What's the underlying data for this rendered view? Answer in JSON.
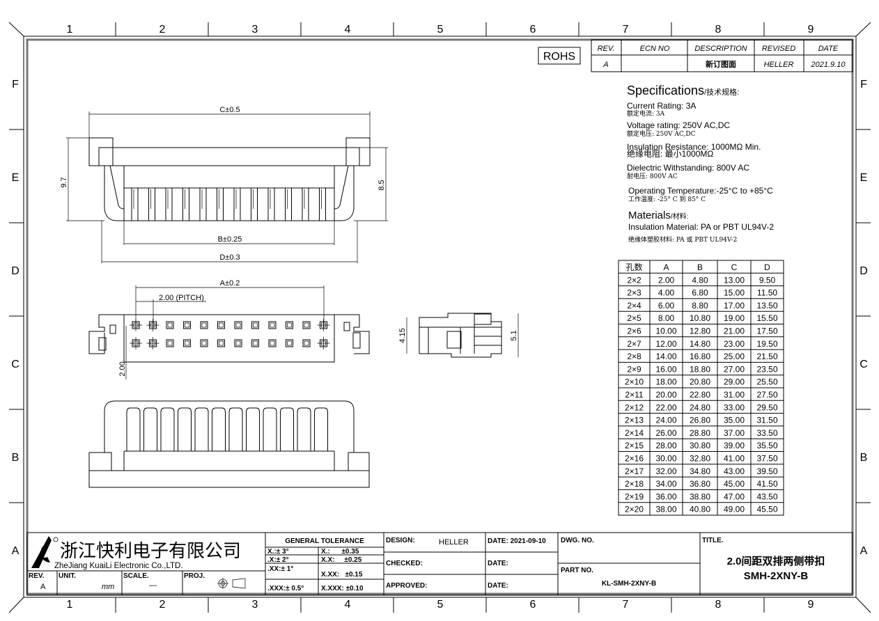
{
  "border": {
    "columns": [
      "1",
      "2",
      "3",
      "4",
      "5",
      "6",
      "7",
      "8",
      "9"
    ],
    "rows": [
      "F",
      "E",
      "D",
      "C",
      "B",
      "A"
    ]
  },
  "rohs": "ROHS",
  "revision_table": {
    "headers": [
      "REV.",
      "ECN NO",
      "DESCRIPTION",
      "REVISED",
      "DATE"
    ],
    "row": [
      "A",
      "",
      "新订图面",
      "HELLER",
      "2021.9.10"
    ]
  },
  "specifications": {
    "title": "Specifications",
    "title_cn": "/技术规格:",
    "items": [
      {
        "en": "Current Rating: 3A",
        "cn": "额定电流: 3A"
      },
      {
        "en": "Voltage rating: 250V AC,DC",
        "cn": "额定电压: 250V AC,DC"
      },
      {
        "en": "Insulation Resistance: 1000MΩ Min.",
        "cn": "绝缘电阻: 最小1000MΩ"
      },
      {
        "en": "Dielectric Withstanding: 800V AC",
        "cn": "耐电压: 800V AC"
      },
      {
        "en": "Operating Temperature:-25°C to +85°C",
        "cn": "工作温度: -25° C 到 85° C"
      }
    ],
    "materials_title": "Materials",
    "materials_title_cn": "/材料:",
    "material_en": "Insulation Material: PA or PBT UL94V-2",
    "material_cn": "绝缘体塑胶材料: PA 或 PBT UL94V-2"
  },
  "dimension_table": {
    "headers": [
      "孔数",
      "A",
      "B",
      "C",
      "D"
    ],
    "rows": [
      [
        "2×2",
        "2.00",
        "4.80",
        "13.00",
        "9.50"
      ],
      [
        "2×3",
        "4.00",
        "6.80",
        "15.00",
        "11.50"
      ],
      [
        "2×4",
        "6.00",
        "8.80",
        "17.00",
        "13.50"
      ],
      [
        "2×5",
        "8.00",
        "10.80",
        "19.00",
        "15.50"
      ],
      [
        "2×6",
        "10.00",
        "12.80",
        "21.00",
        "17.50"
      ],
      [
        "2×7",
        "12.00",
        "14.80",
        "23.00",
        "19.50"
      ],
      [
        "2×8",
        "14.00",
        "16.80",
        "25.00",
        "21.50"
      ],
      [
        "2×9",
        "16.00",
        "18.80",
        "27.00",
        "23.50"
      ],
      [
        "2×10",
        "18.00",
        "20.80",
        "29.00",
        "25.50"
      ],
      [
        "2×11",
        "20.00",
        "22.80",
        "31.00",
        "27.50"
      ],
      [
        "2×12",
        "22.00",
        "24.80",
        "33.00",
        "29.50"
      ],
      [
        "2×13",
        "24.00",
        "26.80",
        "35.00",
        "31.50"
      ],
      [
        "2×14",
        "26.00",
        "28.80",
        "37.00",
        "33.50"
      ],
      [
        "2×15",
        "28.00",
        "30.80",
        "39.00",
        "35.50"
      ],
      [
        "2×16",
        "30.00",
        "32.80",
        "41.00",
        "37.50"
      ],
      [
        "2×17",
        "32.00",
        "34.80",
        "43.00",
        "39.50"
      ],
      [
        "2×18",
        "34.00",
        "36.80",
        "45.00",
        "41.50"
      ],
      [
        "2×19",
        "36.00",
        "38.80",
        "47.00",
        "43.50"
      ],
      [
        "2×20",
        "38.00",
        "40.80",
        "49.00",
        "45.50"
      ]
    ]
  },
  "dimensions": {
    "c": "C±0.5",
    "b": "B±0.25",
    "d": "D±0.3",
    "a": "A±0.2",
    "pitch": "2.00 (PITCH)",
    "h97": "9.7",
    "h85": "8.5",
    "row_pitch": "2.00",
    "side_415": "4.15",
    "side_51": "5.1"
  },
  "title_block": {
    "company_cn": "浙江快利电子有限公司",
    "company_en": "ZheJiang KuaiLi Electronic Co.,LTD.",
    "rev_label": "REV.",
    "rev_value": "A",
    "unit_label": "UNIT.",
    "unit_value": "mm",
    "scale_label": "SCALE.",
    "scale_value": "—",
    "proj_label": "PROJ.",
    "tolerance_title": "GENERAL TOLERANCE",
    "tolerance_angles": [
      "X.:± 3°",
      ".X:± 2°",
      ".XX:± 1°",
      ".XXX:± 0.5°"
    ],
    "tolerance_linear": [
      "X.:      ±0.35",
      "X.X:     ±0.25",
      "X.XX:   ±0.15",
      "X.XXX: ±0.10"
    ],
    "design_label": "DESIGN:",
    "design_value": "HELLER",
    "checked_label": "CHECKED:",
    "approved_label": "APPROVED:",
    "date1": "DATE: 2021-09-10",
    "date2": "DATE:",
    "date3": "DATE:",
    "dwg_no_label": "DWG. NO.",
    "part_no_label": "PART NO.",
    "part_no_value": "KL-SMH-2XNY-B",
    "title_label": "TITLE.",
    "title_cn": "2.0间距双排两侧带扣",
    "title_en": "SMH-2XNY-B"
  }
}
